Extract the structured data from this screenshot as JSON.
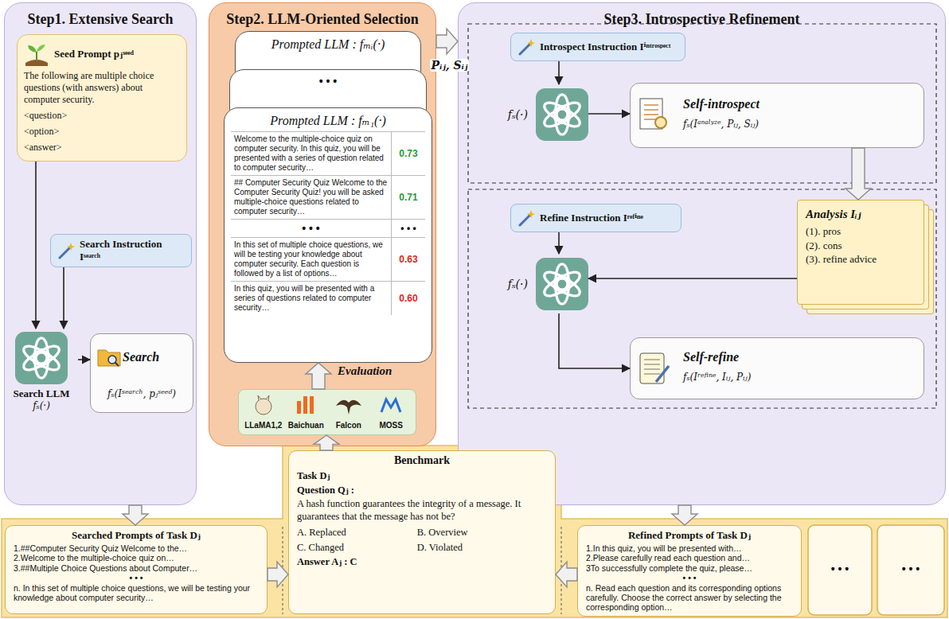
{
  "diagram": {
    "nodes": [
      {
        "text": [
          "Step1. Extensive Search"
        ]
      },
      {
        "text": [
          "Seed Prompt pⱼˢᵉᵉᵈ",
          "The following are multiple choice questions (with answers) about computer security.",
          "<question>",
          "<option>",
          "<answer>"
        ],
        "in": 0
      },
      {
        "text": [
          "Search Instruction Iˢᵉᵃʳᶜʰ"
        ],
        "in": 0
      },
      {
        "text": [
          "Search LLM",
          "fₛ(·)"
        ],
        "in": 0
      },
      {
        "text": [
          "Search",
          "fₛ(Iˢᵉᵃʳᶜʰ, pⱼˢᵉᵉᵈ)"
        ],
        "in": 0
      },
      {
        "text": [
          "Step2. LLM-Oriented Selection"
        ]
      },
      {
        "text": [
          "Prompted LLM : fₘᵢ(·)"
        ],
        "in": 5
      },
      {
        "text": [
          "• • •"
        ],
        "in": 5
      },
      {
        "text": [
          "Prompted LLM : fₘ₁(·)"
        ],
        "in": 5
      },
      {
        "text": [
          "Welcome to the multiple-choice quiz on computer security. In this quiz, you will be presented with a series of question related to computer security…",
          "0.73"
        ],
        "in": 8
      },
      {
        "text": [
          "## Computer Security Quiz Welcome to the Computer Security Quiz! you will be asked multiple-choice questions related to computer security…",
          "0.71"
        ],
        "in": 8
      },
      {
        "text": [
          "• • •",
          "• • •"
        ],
        "in": 8
      },
      {
        "text": [
          "In this set of multiple choice questions, we will be testing your knowledge about computer security. Each question is followed by a list of options…",
          "0.63"
        ],
        "in": 8
      },
      {
        "text": [
          "In this quiz, you will be presented with a series of questions related to computer security…",
          "0.60"
        ],
        "in": 8
      },
      {
        "text": [
          "LLaMA1,2",
          "Baichuan",
          "Falcon",
          "MOSS"
        ],
        "in": 5
      },
      {
        "text": [
          "Step3. Introspective Refinement"
        ]
      },
      {
        "text": [
          "Introspect Instruction Iⁱⁿᵗʳᵒˢᵖᵉᶜᵗ"
        ],
        "in": 15
      },
      {
        "text": [
          "fₛ(·)"
        ],
        "in": 15
      },
      {
        "text": [
          "Self-introspect",
          "fₛ(Iᵃⁿᵃˡʸᶻᵉ, Pᵢⱼ, Sᵢⱼ)"
        ],
        "in": 15
      },
      {
        "text": [
          "Refine Instruction Iʳᵉᶠⁱⁿᵉ"
        ],
        "in": 15
      },
      {
        "text": [
          "Analysis Iᵢⱼ",
          "(1). pros",
          "(2). cons",
          "(3). refine advice"
        ],
        "in": 15
      },
      {
        "text": [
          "fₛ(·)"
        ],
        "in": 15
      },
      {
        "text": [
          "Self-refine",
          "fₛ(Iʳᵉᶠⁱⁿᵉ, Iᵢⱼ, Pᵢⱼ)"
        ],
        "in": 15
      },
      {
        "text": [
          "Searched Prompts of Task Dⱼ",
          "1.##Computer Security Quiz Welcome to the…",
          "2.Welcome to the multiple-choice quiz on…",
          "3.##Multiple Choice Questions about Computer…",
          "• • •",
          "n. In this set of multiple choice questions, we will be testing your knowledge about computer security…"
        ]
      },
      {
        "text": [
          "Benchmark",
          "Task Dⱼ",
          "Question Qⱼ :",
          "A hash function guarantees the integrity of a message. It guarantees that the message has not be?",
          "A. Replaced",
          "B. Overview",
          "C. Changed",
          "D. Violated",
          "Answer Aⱼ : C"
        ]
      },
      {
        "text": [
          "Refined Prompts of Task Dⱼ",
          "1.In this quiz, you will be presented with…",
          "2.Please carefully read each question and…",
          "3To successfully complete the quiz, please…",
          "• • •",
          "n. Read each question and its corresponding options carefully. Choose the correct answer by selecting the corresponding option…"
        ]
      }
    ],
    "edges": [
      {
        "from": 1,
        "to": 3,
        "arrow": "to"
      },
      {
        "from": 2,
        "to": 3,
        "arrow": "to"
      },
      {
        "from": 3,
        "to": 4,
        "arrow": "to"
      },
      {
        "from": 0,
        "to": 23,
        "arrow": "to"
      },
      {
        "from": 23,
        "to": 24,
        "arrow": "to"
      },
      {
        "from": 25,
        "to": 24,
        "arrow": "to"
      },
      {
        "from": 24,
        "to": 14,
        "arrow": "to"
      },
      {
        "from": 14,
        "to": 8,
        "arrow": "to"
      },
      {
        "from": 5,
        "to": 15,
        "label": "Pᵢⱼ, Sᵢⱼ",
        "arrow": "to"
      },
      {
        "from": 16,
        "to": 17,
        "arrow": "to"
      },
      {
        "from": 17,
        "to": 18,
        "arrow": "to"
      },
      {
        "from": 18,
        "to": 20,
        "arrow": "to"
      },
      {
        "from": 19,
        "to": 21,
        "arrow": "to"
      },
      {
        "from": 20,
        "to": 21,
        "arrow": "to"
      },
      {
        "from": 21,
        "to": 22,
        "arrow": "to"
      },
      {
        "from": 15,
        "to": 25,
        "arrow": "to"
      }
    ],
    "labels": [
      "Evaluation",
      "• • •",
      "• • •"
    ]
  }
}
